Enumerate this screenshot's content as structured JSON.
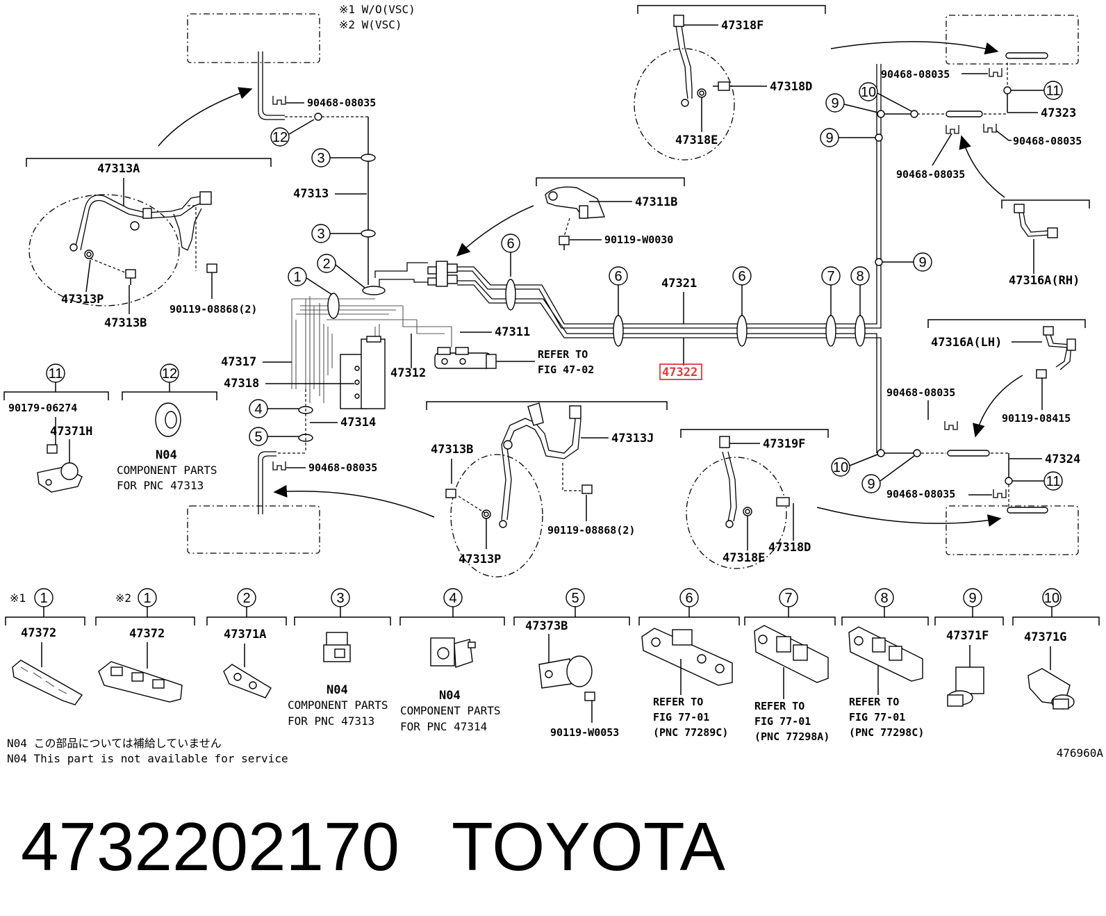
{
  "footer": {
    "part_number": "4732202170",
    "brand": "TOYOTA"
  },
  "figure_code": "476960A",
  "vsc_notes": [
    "※1 W/O(VSC)",
    "※2 W(VSC)"
  ],
  "callouts": {
    "c1": "1",
    "c2": "2",
    "c3": "3",
    "c4": "4",
    "c5": "5",
    "c6": "6",
    "c7": "7",
    "c8": "8",
    "c9": "9",
    "c10": "10",
    "c11": "11",
    "c12": "12"
  },
  "marks": {
    "m1": "※1",
    "m2": "※2"
  },
  "labels": {
    "p47313A": "47313A",
    "p47313": "47313",
    "p47313P_l": "47313P",
    "p47313B_l": "47313B",
    "p90119_08868_l": "90119-08868(2)",
    "p90468_a": "90468-08035",
    "p47311B": "47311B",
    "p90119_W0030": "90119-W0030",
    "p47321": "47321",
    "p47322": "47322",
    "p47311": "47311",
    "p47312": "47312",
    "p47317": "47317",
    "p47318": "47318",
    "p47314": "47314",
    "p90468_b": "90468-08035",
    "refer_to": "REFER TO",
    "fig_47_02": "FIG 47-02",
    "p47318F": "47318F",
    "p47318D_t": "47318D",
    "p47318E_t": "47318E",
    "p90468_c": "90468-08035",
    "p47323": "47323",
    "p90468_d": "90468-08035",
    "p90468_e": "90468-08035",
    "p47316A_RH": "47316A(RH)",
    "p47316A_LH": "47316A(LH)",
    "p90468_f": "90468-08035",
    "p90119_08415": "90119-08415",
    "p47324": "47324",
    "p90468_g": "90468-08035",
    "p47313B_m": "47313B",
    "p47313J": "47313J",
    "p90119_08868_m": "90119-08868(2)",
    "p47313P_m": "47313P",
    "p47319F": "47319F",
    "p47318D_b": "47318D",
    "p47318E_b": "47318E",
    "p90179_06274": "90179-06274",
    "p47371H": "47371H",
    "n04_12": "N04",
    "comp_parts_12a": "COMPONENT PARTS",
    "comp_parts_12b": "FOR PNC 47313"
  },
  "legend": {
    "l1a": "47372",
    "l1b": "47372",
    "l2": "47371A",
    "l3_n04": "N04",
    "l3_a": "COMPONENT PARTS",
    "l3_b": "FOR PNC 47313",
    "l4_n04": "N04",
    "l4_a": "COMPONENT PARTS",
    "l4_b": "FOR PNC 47314",
    "l5": "47373B",
    "l5_bolt": "90119-W0053",
    "l6_a": "REFER TO",
    "l6_b": "FIG 77-01",
    "l6_c": "(PNC 77289C)",
    "l7_a": "REFER TO",
    "l7_b": "FIG 77-01",
    "l7_c": "(PNC 77298A)",
    "l8_a": "REFER TO",
    "l8_b": "FIG 77-01",
    "l8_c": "(PNC 77298C)",
    "l9": "47371F",
    "l10": "47371G"
  },
  "notes": {
    "jp": "N04 この部品については補給していません",
    "en": "N04 This part is not available for service"
  },
  "highlight_color": "#e0393a"
}
